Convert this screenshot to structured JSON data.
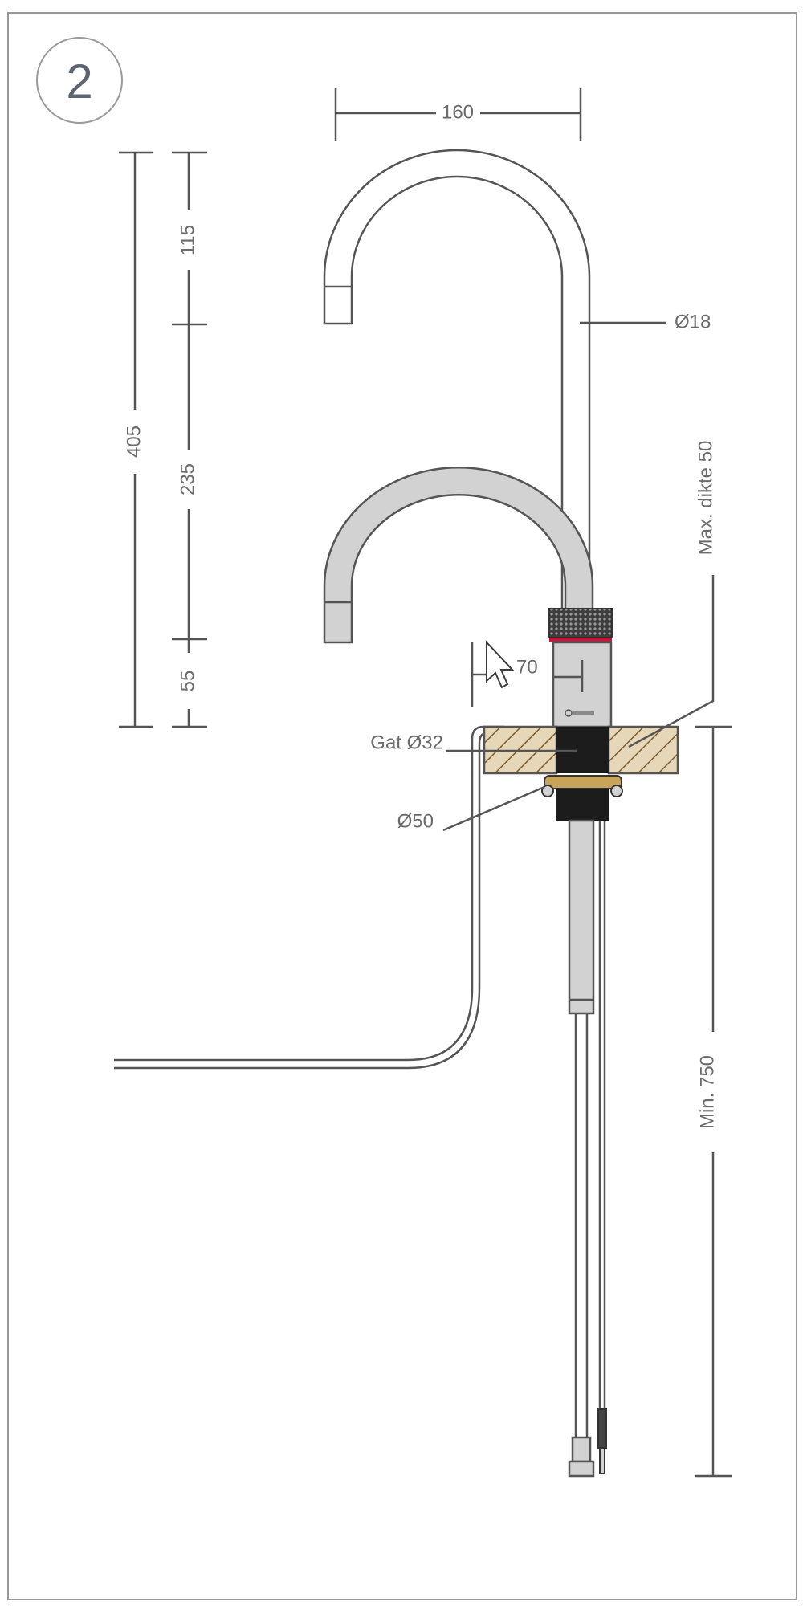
{
  "step": "2",
  "dimensions": {
    "spout_reach": "160",
    "total_height": "405",
    "upper_segment": "115",
    "middle_segment": "235",
    "lower_segment": "55",
    "tube_diameter": "Ø18",
    "body_depth": "70",
    "max_thickness": "Max. dikte 50",
    "hole_diameter": "Gat Ø32",
    "base_diameter": "Ø50",
    "min_height": "Min. 750"
  },
  "colors": {
    "frame": "#999999",
    "line": "#555555",
    "tap_fill": "#d2d2d2",
    "knob": "#3d3d3d",
    "red_ring": "#c01a3a",
    "wood_fill": "#e6d7b8",
    "wood_hatch": "#7a5c32",
    "nut": "#1c1c1c",
    "washer": "#c8a45a"
  },
  "icons": [
    "mouse-pointer-icon",
    "quooker-logo-icon"
  ]
}
